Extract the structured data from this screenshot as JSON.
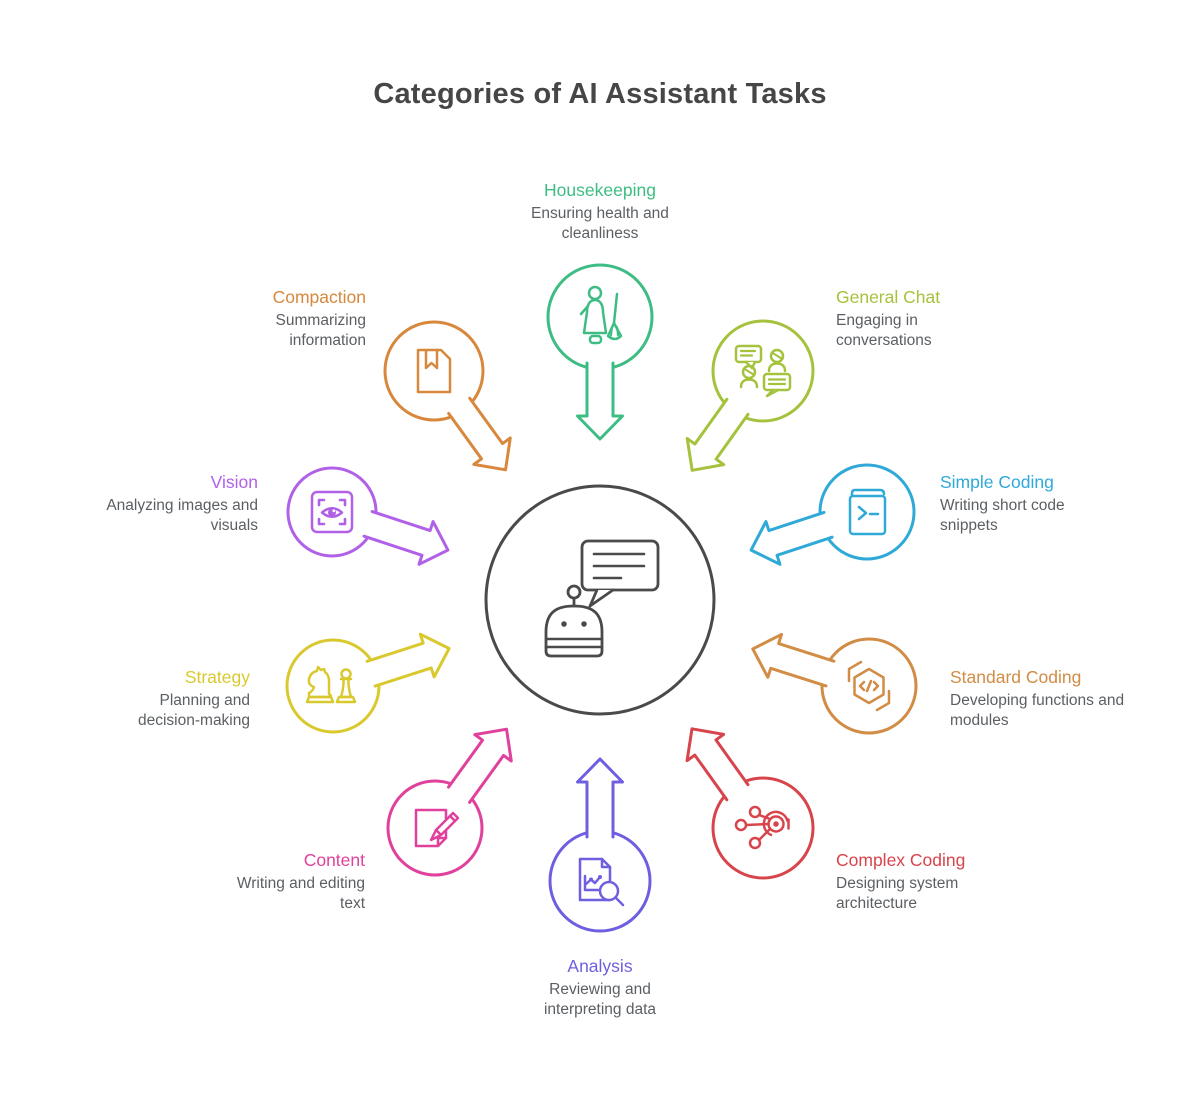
{
  "title": "Categories of AI Assistant Tasks",
  "title_color": "#464646",
  "text_color": "#5b5f63",
  "center": {
    "color": "#4a4a4a",
    "icon": "robot-chat-icon"
  },
  "categories": [
    {
      "name": "Housekeeping",
      "description": "Ensuring health and cleanliness",
      "color": "#3dbd84",
      "icon": "cleaner-broom-icon"
    },
    {
      "name": "General Chat",
      "description": "Engaging in conversations",
      "color": "#a5c23d",
      "icon": "chat-people-icon"
    },
    {
      "name": "Simple Coding",
      "description": "Writing short code snippets",
      "color": "#2fa9d8",
      "icon": "terminal-book-icon"
    },
    {
      "name": "Standard Coding",
      "description": "Developing functions and modules",
      "color": "#d18c45",
      "icon": "code-hexagon-icon"
    },
    {
      "name": "Complex Coding",
      "description": "Designing system architecture",
      "color": "#d8444c",
      "icon": "circuit-nodes-icon"
    },
    {
      "name": "Analysis",
      "description": "Reviewing and interpreting data",
      "color": "#6e5fe0",
      "icon": "chart-magnifier-icon"
    },
    {
      "name": "Content",
      "description": "Writing and editing text",
      "color": "#e0419c",
      "icon": "pencil-paper-icon"
    },
    {
      "name": "Strategy",
      "description": "Planning and decision-making",
      "color": "#d9c92f",
      "icon": "chess-pieces-icon"
    },
    {
      "name": "Vision",
      "description": "Analyzing images and visuals",
      "color": "#b061e7",
      "icon": "eye-scan-icon"
    },
    {
      "name": "Compaction",
      "description": "Summarizing information",
      "color": "#d8883c",
      "icon": "bookmark-document-icon"
    }
  ]
}
